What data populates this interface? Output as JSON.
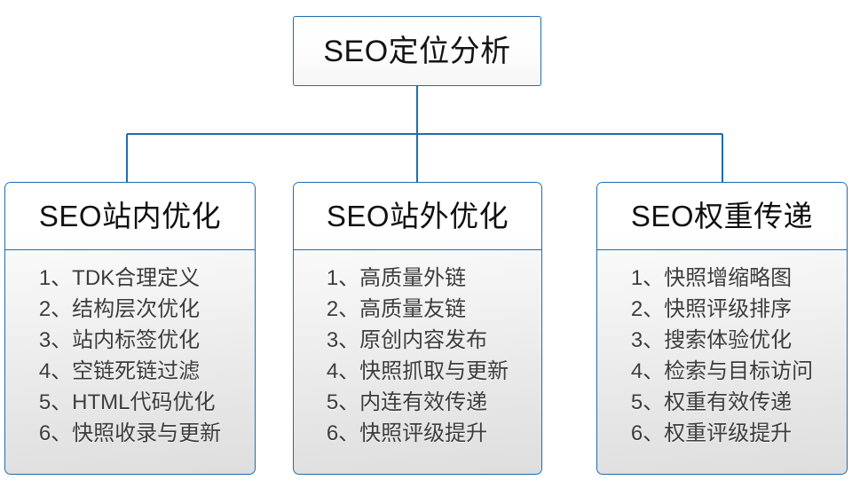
{
  "diagram": {
    "root": {
      "title": "SEO定位分析"
    },
    "branches": [
      {
        "title": "SEO站内优化",
        "items": [
          "1、TDK合理定义",
          "2、结构层次优化",
          "3、站内标签优化",
          "4、空链死链过滤",
          "5、HTML代码优化",
          "6、快照收录与更新"
        ]
      },
      {
        "title": "SEO站外优化",
        "items": [
          "1、高质量外链",
          "2、高质量友链",
          "3、原创内容发布",
          "4、快照抓取与更新",
          "5、内连有效传递",
          "6、快照评级提升"
        ]
      },
      {
        "title": "SEO权重传递",
        "items": [
          "1、快照增缩略图",
          "2、快照评级排序",
          "3、搜索体验优化",
          "4、检索与目标访问",
          "5、权重有效传递",
          "6、权重评级提升"
        ]
      }
    ],
    "colors": {
      "line": "#1f6cb0",
      "border": "#1f6cb0",
      "root_text": "#131313",
      "header_text": "#101010",
      "item_text": "#3c3c3c",
      "body_background_top": "#fdfdfd",
      "body_background_bottom": "#dedede"
    }
  }
}
